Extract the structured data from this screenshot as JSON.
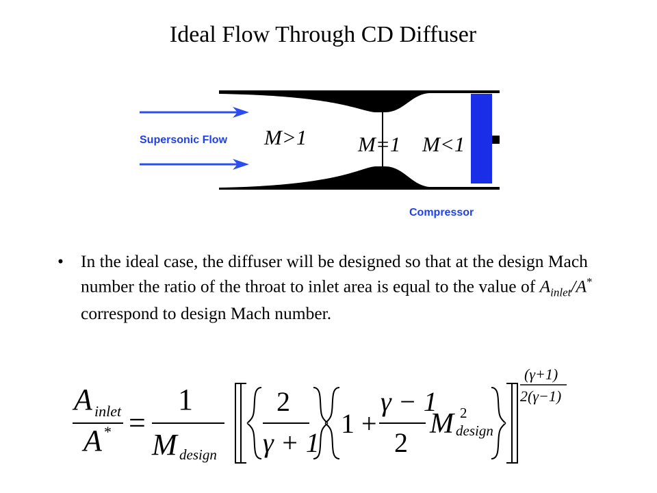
{
  "slide": {
    "title": "Ideal Flow Through CD Diffuser"
  },
  "diagram": {
    "flow_label": "Supersonic Flow",
    "compressor_label": "Compressor",
    "mach_inlet": "M>1",
    "mach_throat": "M=1",
    "mach_outlet": "M<1",
    "colors": {
      "arrow": "#2a4cf0",
      "compressor": "#1a2ee8",
      "nozzle": "#000000"
    }
  },
  "bullet": {
    "before": "In the ideal case, the diffuser will be designed so that at the design Mach number the ratio of the throat to inlet area is equal to the value of ",
    "sym_a": "A",
    "sub_inlet": "inlet",
    "slash_a": "/A",
    "sup_star": "*",
    "after": " correspond to design Mach number."
  },
  "equation": {
    "lhs_num": "A",
    "lhs_num_sub": "inlet",
    "lhs_den": "A",
    "lhs_den_sup": "*",
    "equals": "=",
    "one": "1",
    "m": "M",
    "m_sub": "design",
    "two": "2",
    "gamma_plus_one": "γ + 1",
    "one_plus": "1 +",
    "gamma_minus_one": "γ − 1",
    "two_den": "2",
    "m2": "M",
    "m2_sup": "2",
    "m2_sub": "design",
    "exp_num": "(γ+1)",
    "exp_den": "2(γ−1)"
  }
}
